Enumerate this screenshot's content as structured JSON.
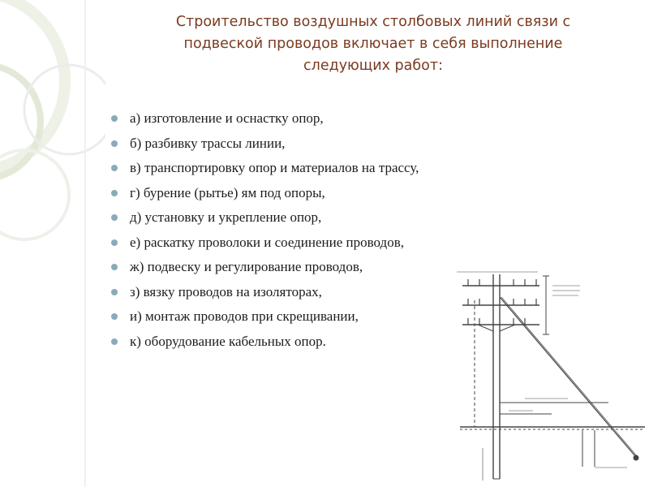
{
  "title_lines": [
    "Строительство воздушных столбовых линий связи с",
    "подвеской проводов включает в себя выполнение",
    "следующих работ:"
  ],
  "items": [
    "а) изготовление и оснастку опор,",
    "б) разбивку трассы линии,",
    "в) транспортировку опор и материалов на трассу,",
    "г) бурение (рытье) ям под опоры,",
    "д) установку и укрепление опор,",
    "е) раскатку проволоки и соединение проводов,",
    "ж) подвеску и регулирование проводов,",
    "з) вязку проводов на изоляторах,",
    "и) монтаж проводов при скрещивании,",
    "к) оборудование кабельных опор."
  ],
  "colors": {
    "title": "#7a3b1f",
    "bullet": "#8aaab8",
    "accent_ring": "#e2e8d4"
  }
}
